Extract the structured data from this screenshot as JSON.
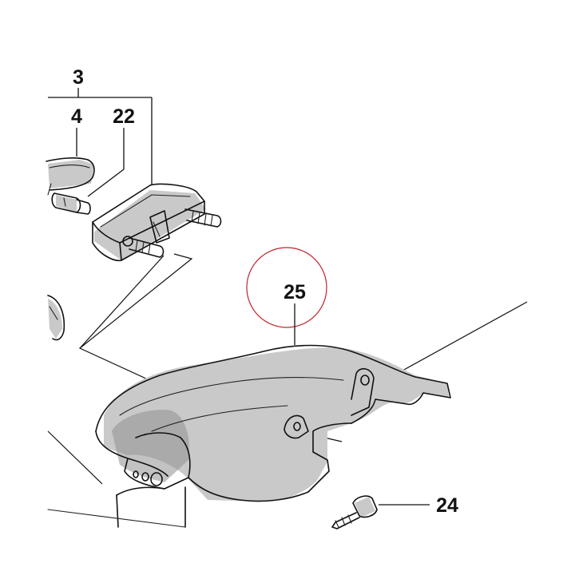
{
  "callouts": {
    "part_3": "3",
    "part_4": "4",
    "part_22": "22",
    "part_25": "25",
    "part_24": "24"
  },
  "highlight": {
    "target": "25",
    "ring_color": "#c0242b"
  },
  "colors": {
    "ink": "#111111",
    "shade": "#c9c9c9",
    "background": "#ffffff"
  }
}
